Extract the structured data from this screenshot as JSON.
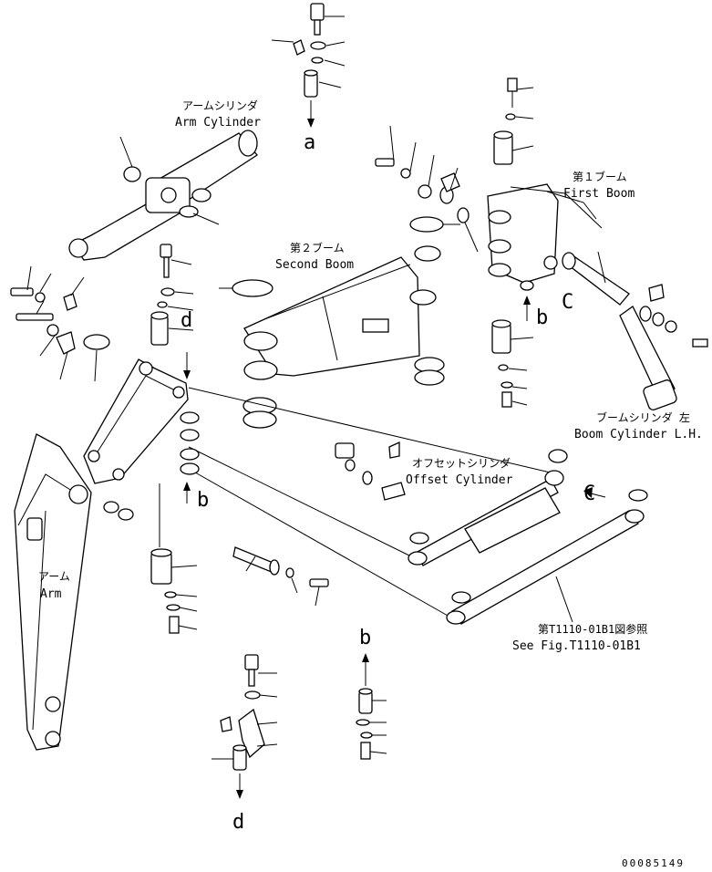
{
  "labels": {
    "arm_cylinder": {
      "jp": "アームシリンダ",
      "en": "Arm Cylinder"
    },
    "first_boom": {
      "jp": "第１ブーム",
      "en": "First Boom"
    },
    "second_boom": {
      "jp": "第２ブーム",
      "en": "Second Boom"
    },
    "offset_cylinder": {
      "jp": "オフセットシリンダ",
      "en": "Offset Cylinder"
    },
    "boom_cylinder_lh": {
      "jp": "ブームシリンダ 左",
      "en": "Boom Cylinder L.H."
    },
    "arm": {
      "jp": "アーム",
      "en": "Arm"
    },
    "see_fig": {
      "jp": "第T1110-01B1図参照",
      "en": "See Fig.T1110-01B1"
    }
  },
  "reference_letters": {
    "a": "a",
    "b": "b",
    "c": "C",
    "d": "d"
  },
  "document_number": "00085149"
}
